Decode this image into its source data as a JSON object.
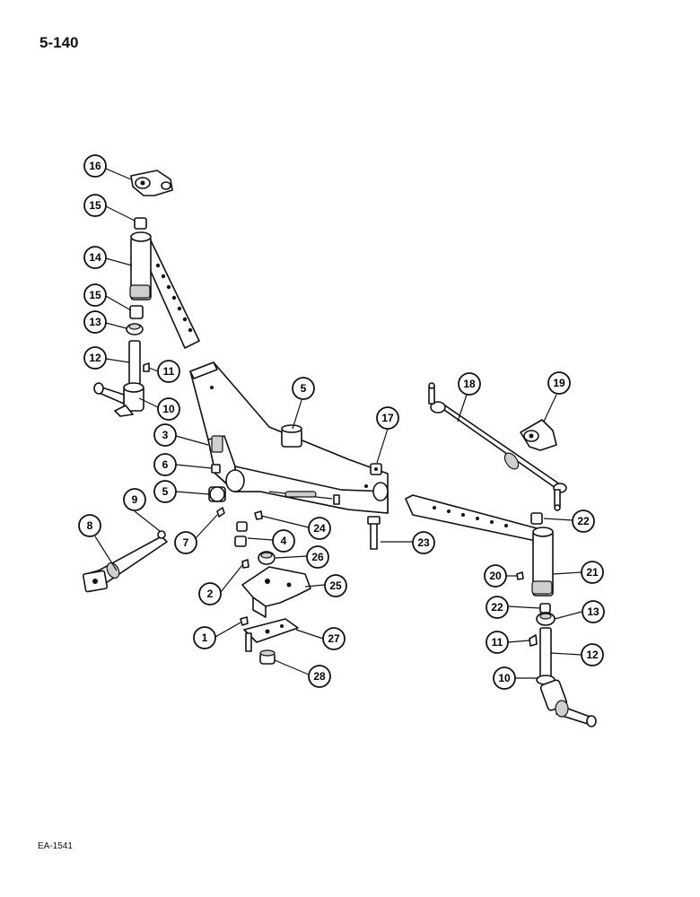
{
  "page": {
    "number": "5-140",
    "code": "EA-1541"
  },
  "callouts": [
    {
      "label": "16"
    },
    {
      "label": "15"
    },
    {
      "label": "14"
    },
    {
      "label": "15"
    },
    {
      "label": "13"
    },
    {
      "label": "12"
    },
    {
      "label": "11"
    },
    {
      "label": "10"
    },
    {
      "label": "3"
    },
    {
      "label": "6"
    },
    {
      "label": "5"
    },
    {
      "label": "5"
    },
    {
      "label": "7"
    },
    {
      "label": "8"
    },
    {
      "label": "9"
    },
    {
      "label": "17"
    },
    {
      "label": "24"
    },
    {
      "label": "4"
    },
    {
      "label": "23"
    },
    {
      "label": "26"
    },
    {
      "label": "2"
    },
    {
      "label": "25"
    },
    {
      "label": "1"
    },
    {
      "label": "27"
    },
    {
      "label": "28"
    },
    {
      "label": "18"
    },
    {
      "label": "19"
    },
    {
      "label": "22"
    },
    {
      "label": "20"
    },
    {
      "label": "21"
    },
    {
      "label": "22"
    },
    {
      "label": "13"
    },
    {
      "label": "11"
    },
    {
      "label": "12"
    },
    {
      "label": "10"
    }
  ]
}
